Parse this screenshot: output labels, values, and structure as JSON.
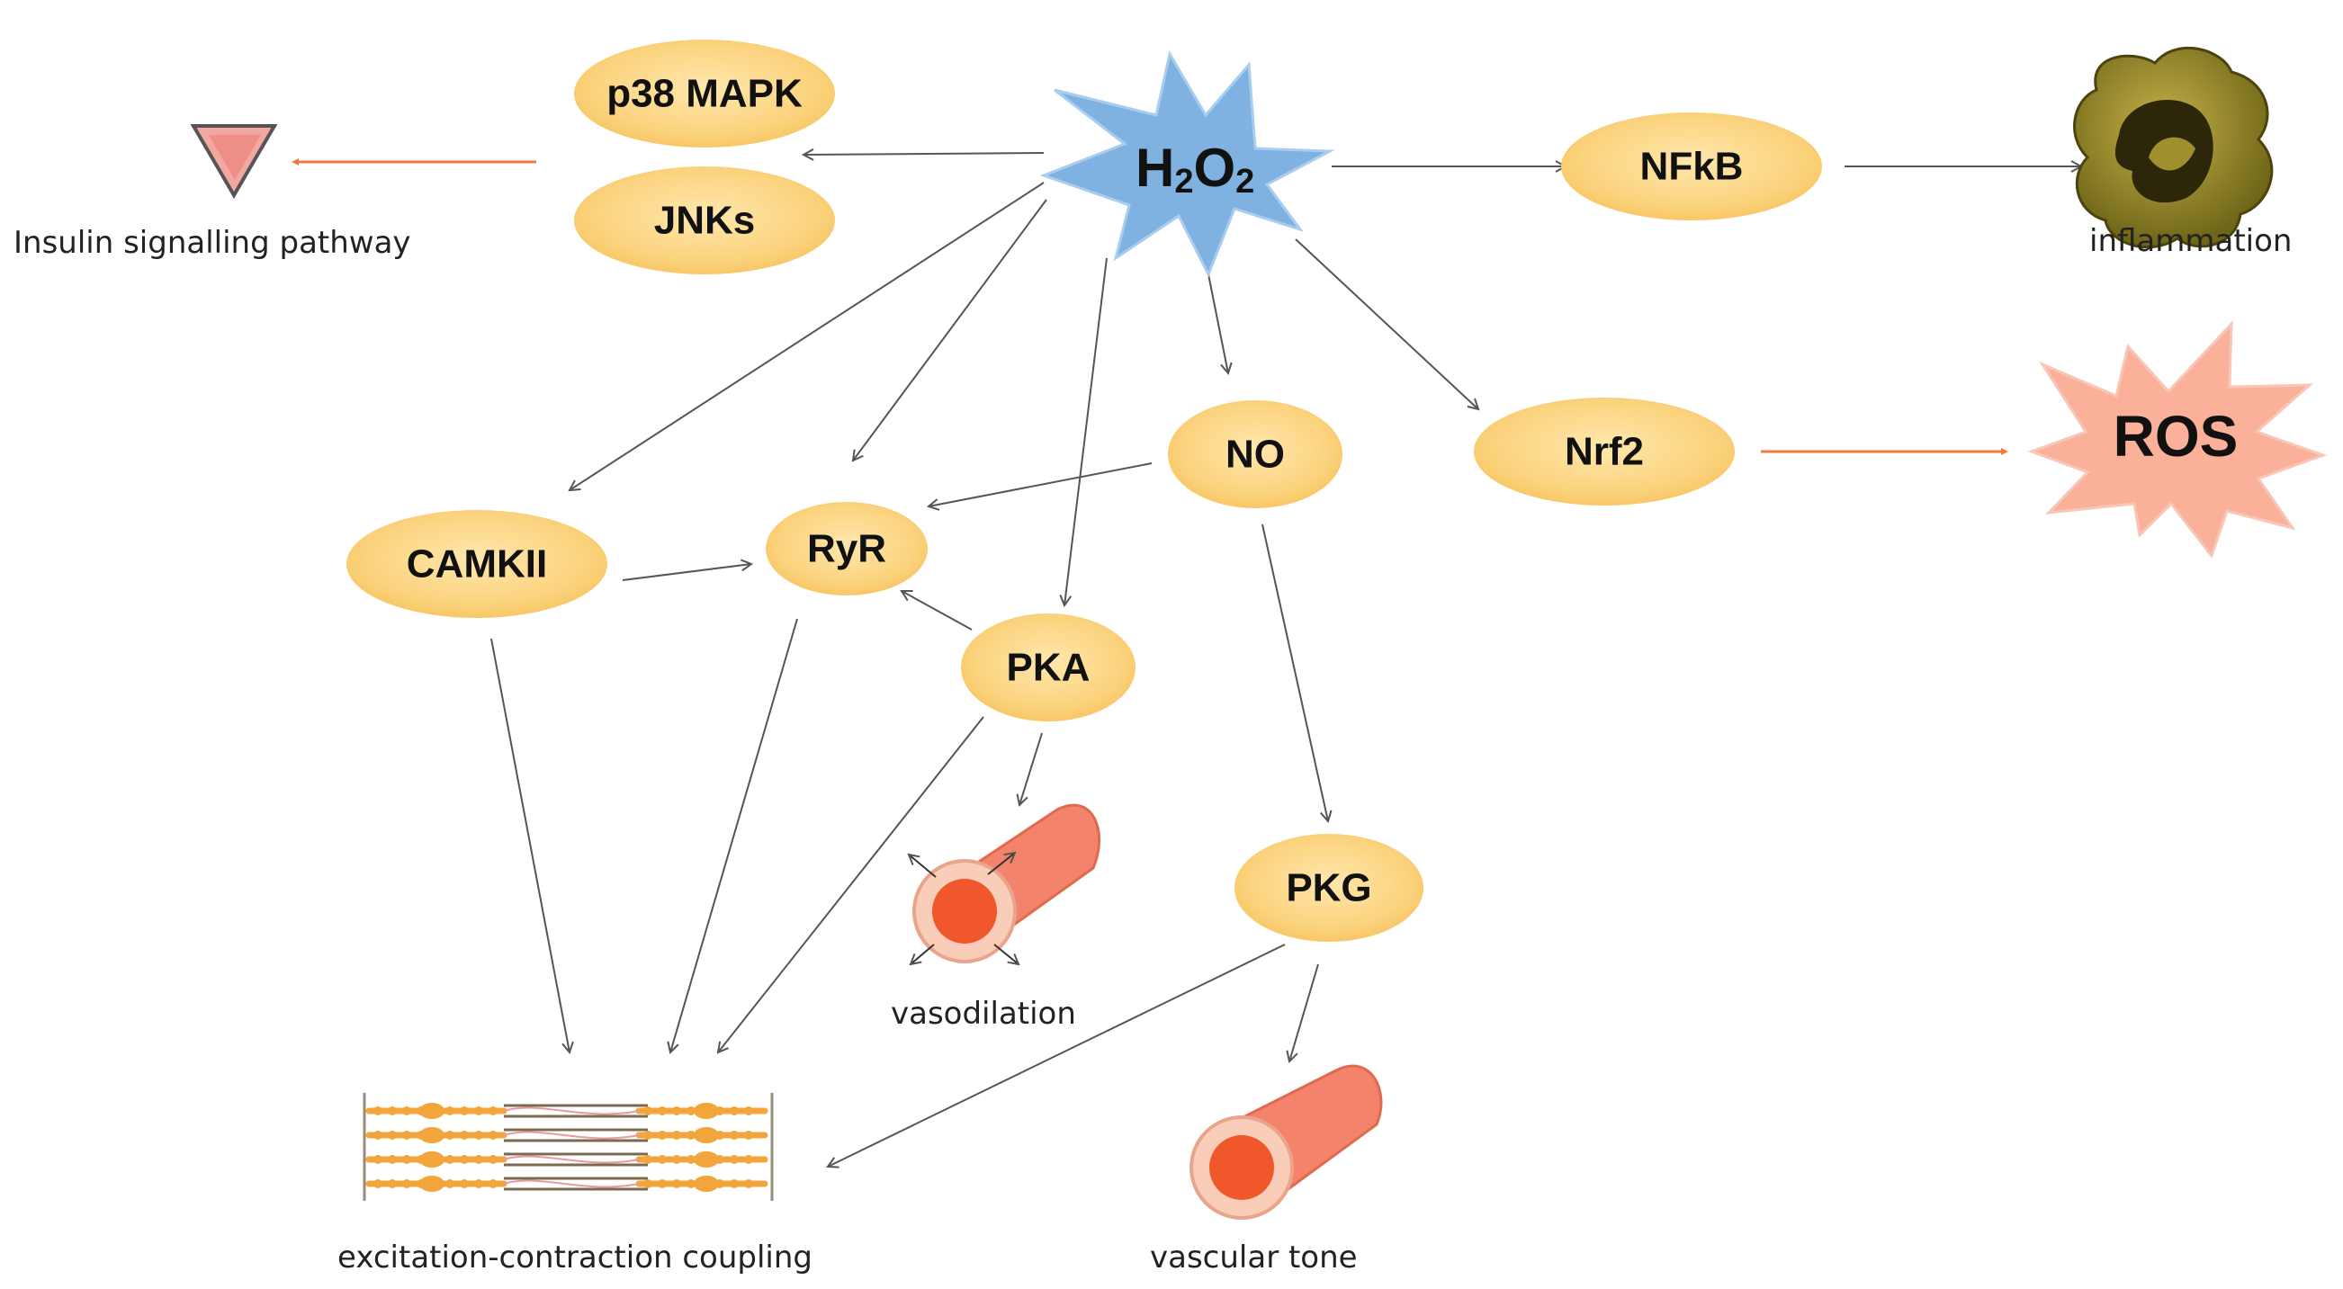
{
  "center": {
    "label": "H",
    "sub1": "2",
    "mid": "O",
    "sub2": "2",
    "color": "#7fb2e0"
  },
  "nodes": {
    "p38": "p38 MAPK",
    "jnks": "JNKs",
    "nfkb": "NFkB",
    "nrf2": "Nrf2",
    "camkii": "CAMKII",
    "ryr": "RyR",
    "no": "NO",
    "pka": "PKA",
    "pkg": "PKG"
  },
  "ros": {
    "label": "ROS",
    "color": "#fbb09a"
  },
  "captions": {
    "insulin": "Insulin signalling pathway",
    "inflammation": "inflammation",
    "vasodilation": "vasodilation",
    "vascular_tone": "vascular tone",
    "ec_coupling": "excitation-contraction coupling"
  },
  "colors": {
    "node_fill": "#fbd37e",
    "arrow_gray": "#555555",
    "arrow_orange": "#f07b3f",
    "vessel": "#f3836a",
    "muscle": "#f2a53a"
  }
}
